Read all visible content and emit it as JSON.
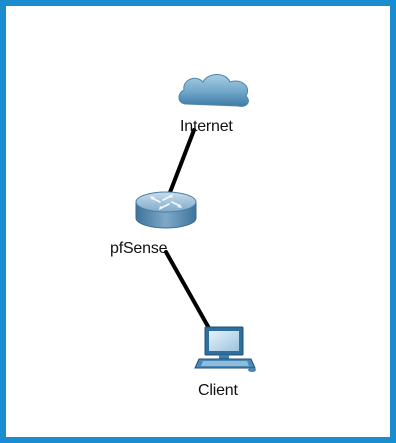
{
  "diagram": {
    "nodes": [
      {
        "id": "internet",
        "label": "Internet",
        "type": "cloud"
      },
      {
        "id": "pfsense",
        "label": "pfSense",
        "type": "router"
      },
      {
        "id": "client",
        "label": "Client",
        "type": "pc"
      }
    ],
    "links": [
      {
        "from": "internet",
        "to": "pfsense"
      },
      {
        "from": "pfsense",
        "to": "client"
      }
    ],
    "colors": {
      "frame_border": "#1a8cd0",
      "link": "#000000",
      "cloud": "#6fa6c9",
      "router": "#6e9cbf",
      "pc": "#2e6f9e"
    }
  }
}
